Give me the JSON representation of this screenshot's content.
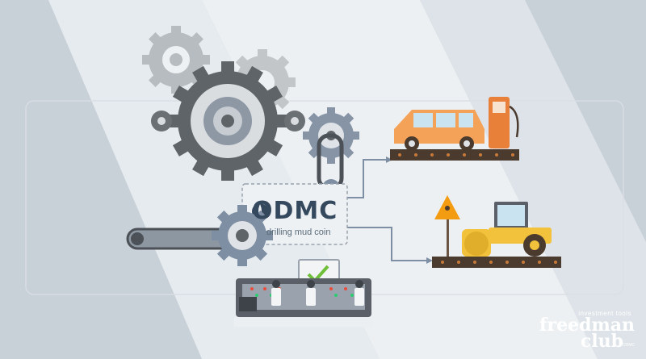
{
  "logo": {
    "title": "ODMC",
    "subtitle": "drilling mud coin"
  },
  "brand": {
    "tagline": "investment tools",
    "name": "freedman",
    "club": "club",
    "mini": "ODMC"
  },
  "colors": {
    "background": "#c9d1d8",
    "gear_dark": "#5f6468",
    "gear_light": "#9aa0a4",
    "gear_blue": "#7f8fa3",
    "car": "#f5a259",
    "roller": "#f2c23c",
    "platform": "#4b3a2e",
    "accent_green": "#6fbf3a",
    "warning": "#f39c12"
  },
  "icons": [
    "gear-icon",
    "car-icon",
    "fuel-pump-icon",
    "road-roller-icon",
    "road-work-sign-icon",
    "checkmark-icon",
    "conveyor-icon",
    "worker-icon"
  ]
}
